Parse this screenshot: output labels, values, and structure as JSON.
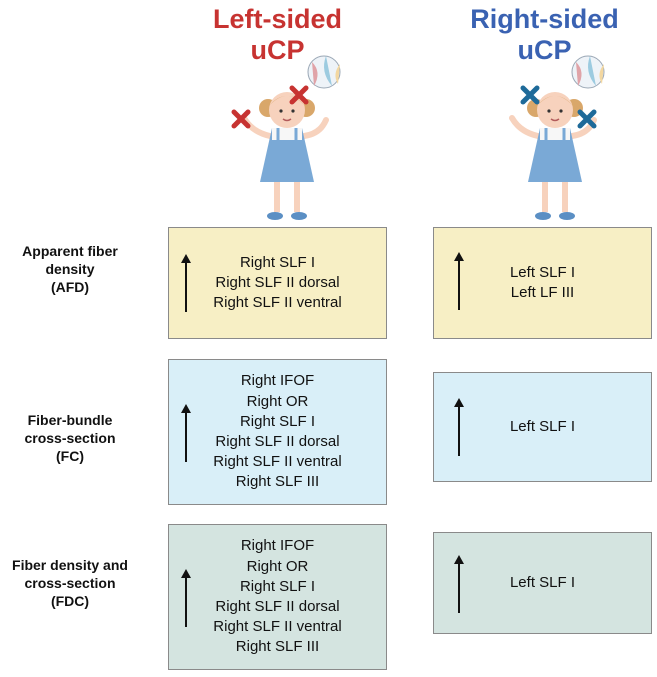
{
  "colors": {
    "left_title": "#c73331",
    "right_title": "#3a62b2",
    "afd_fill": "#f7efc5",
    "fc_fill": "#d9eff8",
    "fdc_fill": "#d4e4e0",
    "left_cross": "#c73331",
    "right_cross": "#1e6a99"
  },
  "columns": {
    "left_title": "Left-sided\nuCP",
    "right_title": "Right-sided\nuCP"
  },
  "rows": [
    {
      "label": "Apparent fiber\ndensity\n(AFD)",
      "left_items": [
        "Right SLF I",
        "Right SLF II dorsal",
        "Right SLF II ventral"
      ],
      "left_direction": "up-arrow-icon",
      "right_items": [
        "Left SLF I",
        "Left LF III"
      ],
      "right_direction": "up-arrow-icon"
    },
    {
      "label": "Fiber-bundle\ncross-section\n(FC)",
      "left_items": [
        "Right IFOF",
        "Right OR",
        "Right SLF I",
        "Right SLF II dorsal",
        "Right SLF II ventral",
        "Right SLF III"
      ],
      "left_direction": "up-arrow-icon",
      "right_items": [
        "Left SLF I"
      ],
      "right_direction": "up-arrow-icon"
    },
    {
      "label": "Fiber density and\ncross-section\n(FDC)",
      "left_items": [
        "Right IFOF",
        "Right OR",
        "Right SLF I",
        "Right SLF II dorsal",
        "Right SLF II ventral",
        "Right SLF III"
      ],
      "left_direction": "up-arrow-icon",
      "right_items": [
        "Left SLF I"
      ],
      "right_direction": "up-arrow-icon"
    }
  ]
}
